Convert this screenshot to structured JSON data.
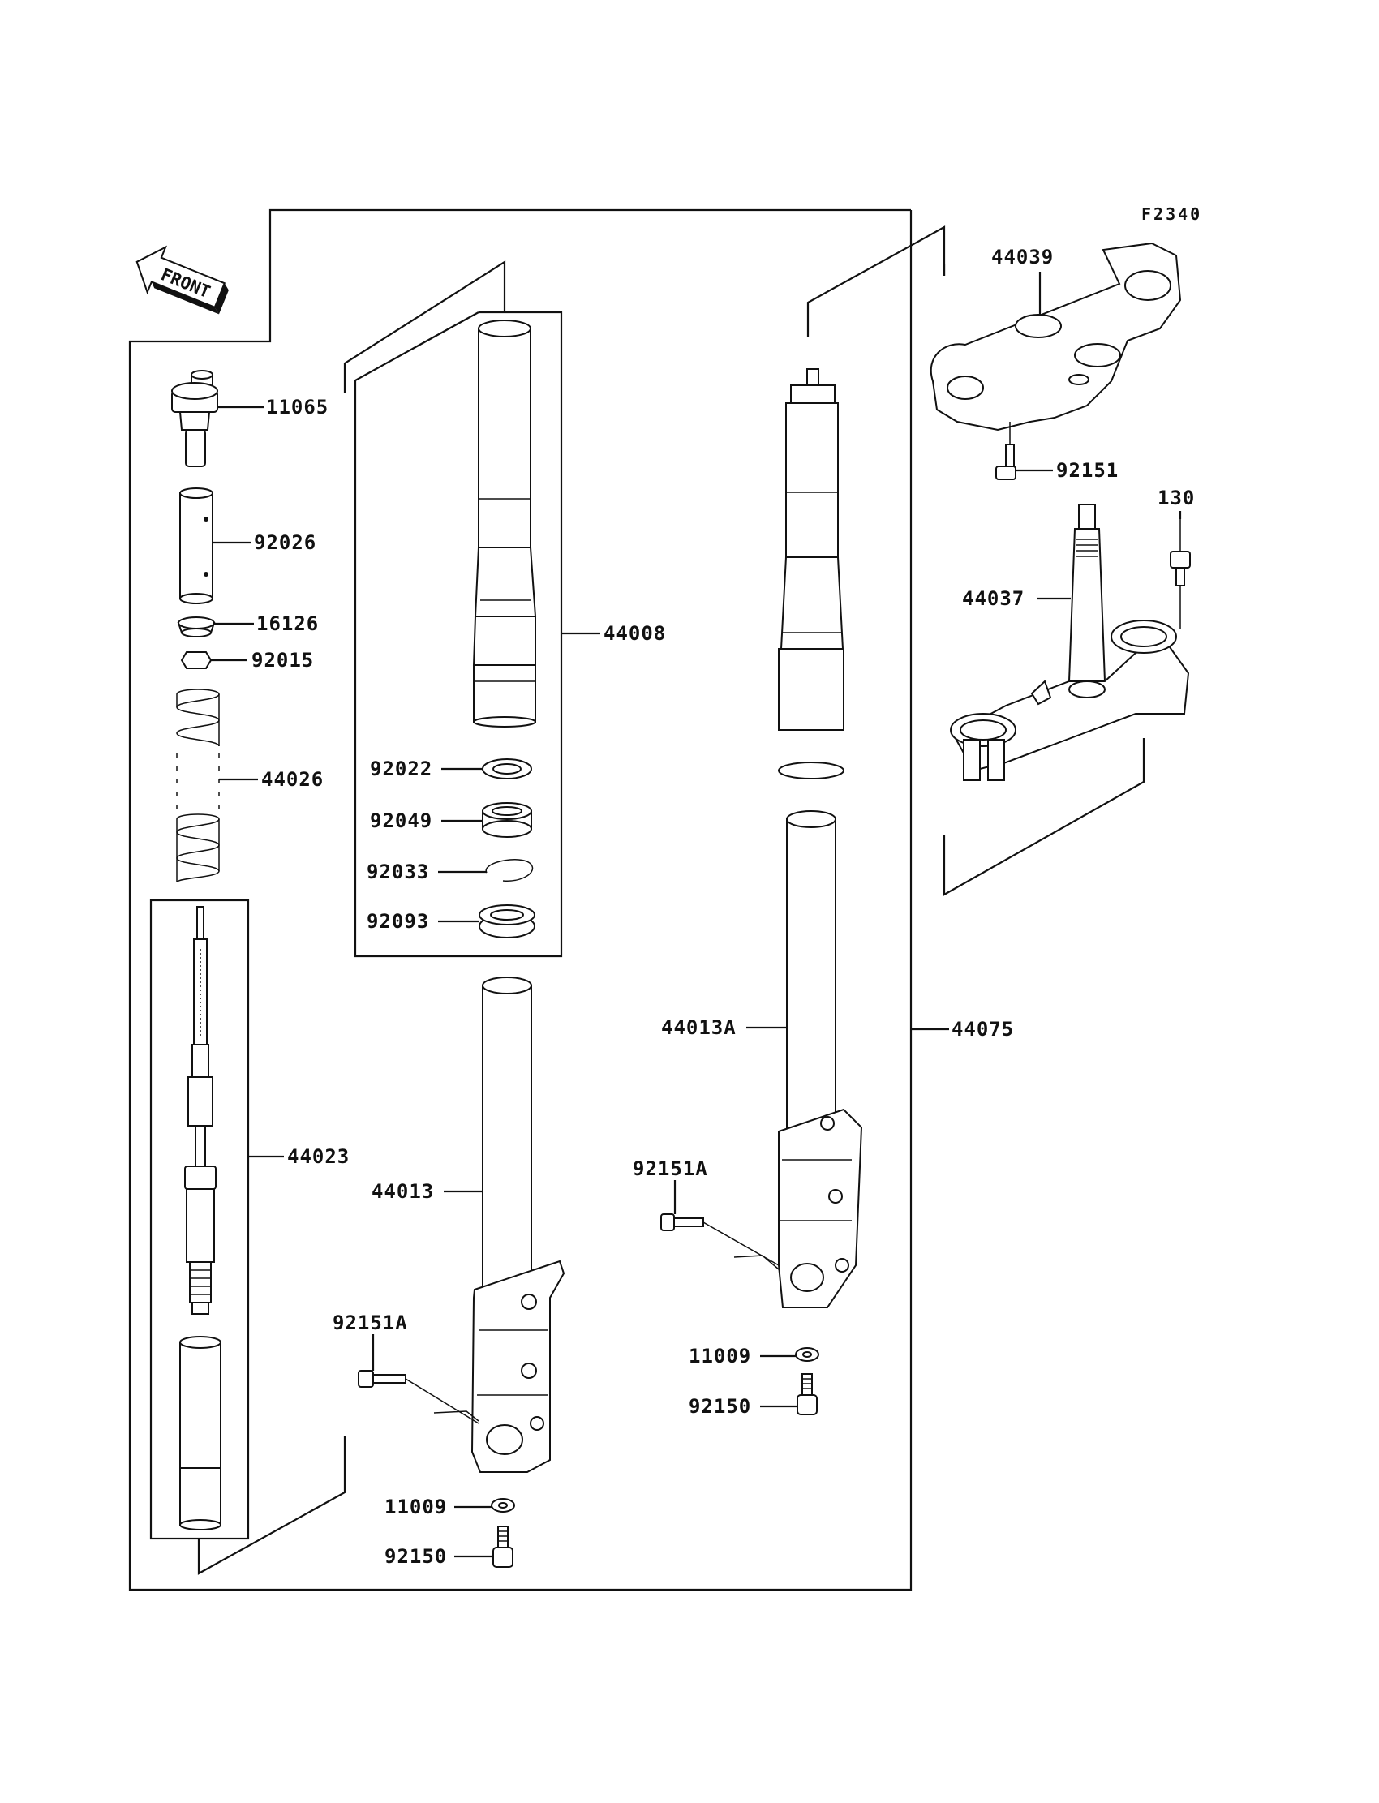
{
  "diagram": {
    "figure_code": "F2340",
    "front_label": "FRONT",
    "parts": {
      "p11065": "11065",
      "p92026": "92026",
      "p16126": "16126",
      "p92015": "92015",
      "p44026": "44026",
      "p44023": "44023",
      "p44008": "44008",
      "p92022": "92022",
      "p92049": "92049",
      "p92033": "92033",
      "p92093": "92093",
      "p44013": "44013",
      "p92151A_left": "92151A",
      "p11009_left": "11009",
      "p92150_left": "92150",
      "p44013A": "44013A",
      "p92151A_right": "92151A",
      "p11009_right": "11009",
      "p92150_right": "92150",
      "p44075": "44075",
      "p44039": "44039",
      "p92151": "92151",
      "p130": "130",
      "p44037": "44037"
    }
  }
}
